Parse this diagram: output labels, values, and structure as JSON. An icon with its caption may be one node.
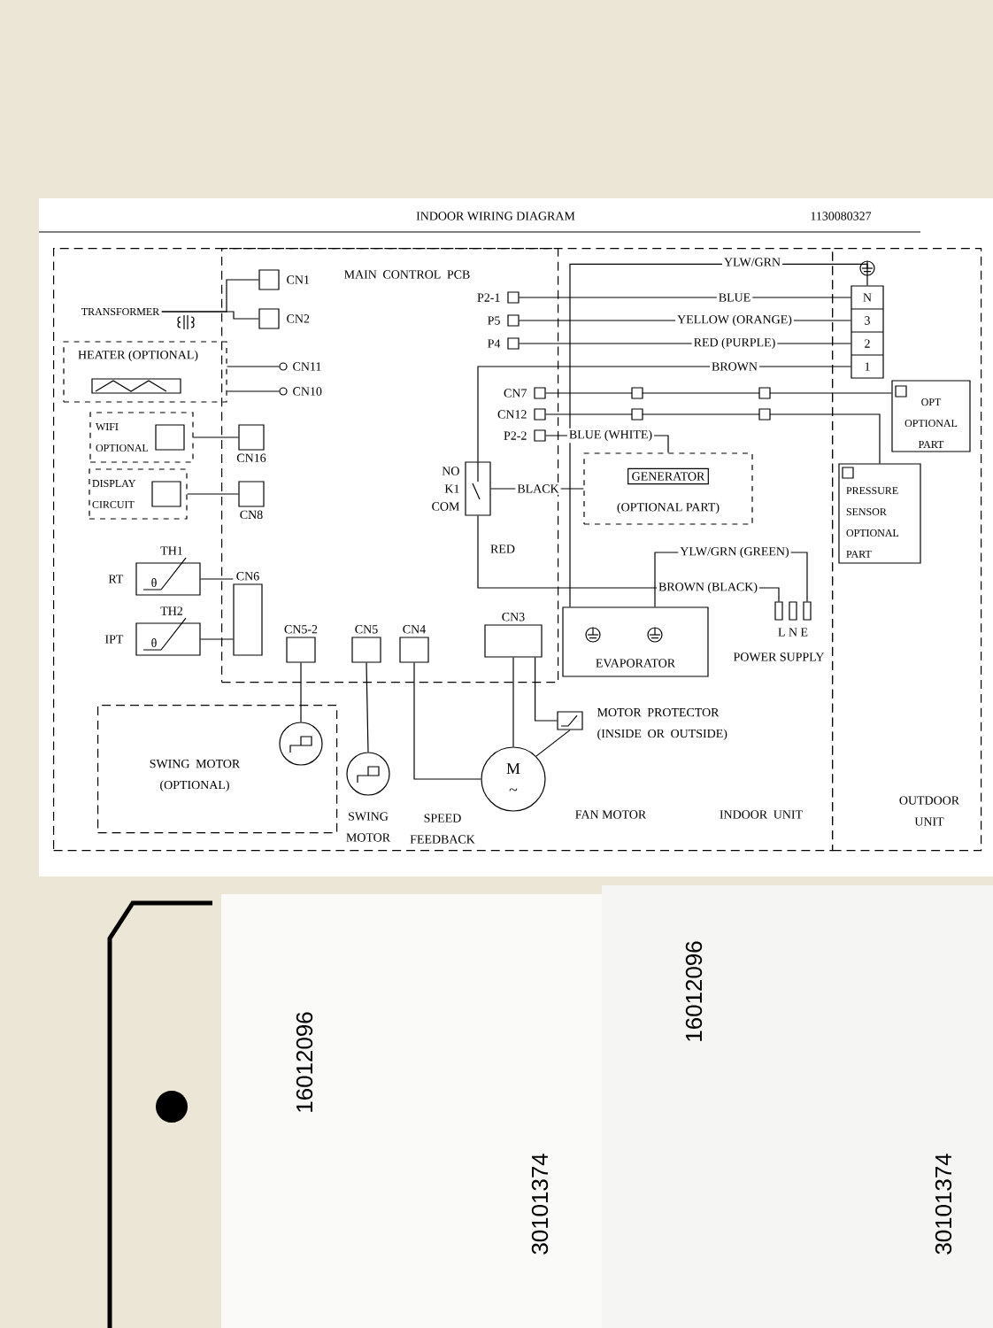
{
  "diagram": {
    "title": "INDOOR WIRING DIAGRAM",
    "nodes": [
      {
        "text": [
          "INDOOR UNIT"
        ]
      },
      {
        "text": [
          "OUTDOOR UNIT"
        ]
      },
      {
        "text": [
          "MAIN CONTROL PCB"
        ],
        "in": 0
      },
      {
        "text": [
          "CN1"
        ],
        "in": 2
      },
      {
        "text": [
          "CN2"
        ],
        "in": 2
      },
      {
        "text": [
          "TRANSFORMER"
        ],
        "in": 0
      },
      {
        "text": [
          "HEATER (OPTIONAL)"
        ],
        "in": 0
      },
      {
        "text": [
          "CN11"
        ],
        "in": 2
      },
      {
        "text": [
          "CN10"
        ],
        "in": 2
      },
      {
        "text": [
          "WIFI OPTIONAL"
        ],
        "in": 0
      },
      {
        "text": [
          "CN16"
        ],
        "in": 2
      },
      {
        "text": [
          "DISPLAY CIRCUIT"
        ],
        "in": 0
      },
      {
        "text": [
          "CN8"
        ],
        "in": 2
      },
      {
        "text": [
          "P2-1"
        ],
        "in": 2
      },
      {
        "text": [
          "P5"
        ],
        "in": 2
      },
      {
        "text": [
          "P4"
        ],
        "in": 2
      },
      {
        "text": [
          "N",
          "3",
          "2",
          "1"
        ],
        "in": 1
      },
      {
        "text": [
          "CN7"
        ],
        "in": 2
      },
      {
        "text": [
          "CN12"
        ],
        "in": 2
      },
      {
        "text": [
          "P2-2"
        ],
        "in": 2
      },
      {
        "text": [
          "NO",
          "K1",
          "COM"
        ],
        "in": 2
      },
      {
        "text": [
          "GENERATOR",
          "(OPTIONAL PART)"
        ],
        "in": 0
      },
      {
        "text": [
          "OPT",
          "OPTIONAL PART"
        ],
        "in": 1
      },
      {
        "text": [
          "PRESSURE SENSOR OPTIONAL PART"
        ],
        "in": 1
      },
      {
        "text": [
          "CN6"
        ],
        "in": 2
      },
      {
        "text": [
          "TH1",
          "θ"
        ],
        "beside": [
          "RT"
        ],
        "in": 0
      },
      {
        "text": [
          "TH2",
          "θ"
        ],
        "beside": [
          "IPT"
        ],
        "in": 0
      },
      {
        "text": [
          "CN5-2"
        ],
        "in": 2
      },
      {
        "text": [
          "CN5"
        ],
        "in": 2
      },
      {
        "text": [
          "CN4"
        ],
        "in": 2
      },
      {
        "text": [
          "CN3"
        ],
        "in": 2
      },
      {
        "text": [
          "EVAPORATOR"
        ],
        "in": 0
      },
      {
        "text": [
          "L N E",
          "POWER SUPPLY"
        ],
        "in": 0
      },
      {
        "text": [
          "SWING MOTOR (OPTIONAL)"
        ],
        "in": 0
      },
      {
        "text": [],
        "shape": "circle",
        "in": 33
      },
      {
        "text": [],
        "shape": "circle",
        "beside": [
          "SWING MOTOR"
        ],
        "in": 0
      },
      {
        "text": [
          "M ~"
        ],
        "beside": [
          "FAN MOTOR"
        ],
        "in": 0
      },
      {
        "text": [],
        "shape": "box",
        "beside": [
          "MOTOR PROTECTOR (INSIDE OR OUTSIDE)"
        ],
        "in": 0
      }
    ],
    "edges": [
      {
        "from": 3,
        "to": 5,
        "arrow": "none"
      },
      {
        "from": 4,
        "to": 5,
        "arrow": "none"
      },
      {
        "from": 6,
        "to": 7,
        "arrow": "none"
      },
      {
        "from": 6,
        "to": 8,
        "arrow": "none"
      },
      {
        "from": 9,
        "to": 10,
        "arrow": "none"
      },
      {
        "from": 11,
        "to": 12,
        "arrow": "none"
      },
      {
        "from": 16,
        "to": 31,
        "arrow": "none",
        "label": "YLW/GRN"
      },
      {
        "from": 13,
        "to": 16,
        "arrow": "none",
        "label": "BLUE"
      },
      {
        "from": 14,
        "to": 16,
        "arrow": "none",
        "label": "YELLOW (ORANGE)"
      },
      {
        "from": 15,
        "to": 16,
        "arrow": "none",
        "label": "RED (PURPLE)"
      },
      {
        "from": 20,
        "to": 16,
        "arrow": "none",
        "label": "BROWN"
      },
      {
        "from": 17,
        "to": 22,
        "arrow": "none"
      },
      {
        "from": 18,
        "to": 23,
        "arrow": "none"
      },
      {
        "from": 19,
        "to": 21,
        "arrow": "none",
        "label": "BLUE (WHITE)"
      },
      {
        "from": 20,
        "to": 21,
        "arrow": "none",
        "label": "BLACK"
      },
      {
        "from": 31,
        "to": 32,
        "arrow": "none",
        "label": "YLW/GRN (GREEN)"
      },
      {
        "from": 20,
        "to": 32,
        "arrow": "none",
        "label": "BROWN (BLACK)"
      },
      {
        "from": 25,
        "to": 24,
        "arrow": "none"
      },
      {
        "from": 26,
        "to": 24,
        "arrow": "none"
      },
      {
        "from": 27,
        "to": 34,
        "arrow": "none"
      },
      {
        "from": 28,
        "to": 35,
        "arrow": "none"
      },
      {
        "from": 29,
        "to": 36,
        "arrow": "none"
      },
      {
        "from": 30,
        "to": 36,
        "arrow": "none"
      },
      {
        "from": 30,
        "to": 37,
        "arrow": "none"
      },
      {
        "from": 37,
        "to": 36,
        "arrow": "none"
      }
    ],
    "labels": [
      "1130080327",
      "RED",
      "SPEED FEEDBACK",
      "16012096",
      "30101374",
      "16012096",
      "30101374"
    ]
  }
}
